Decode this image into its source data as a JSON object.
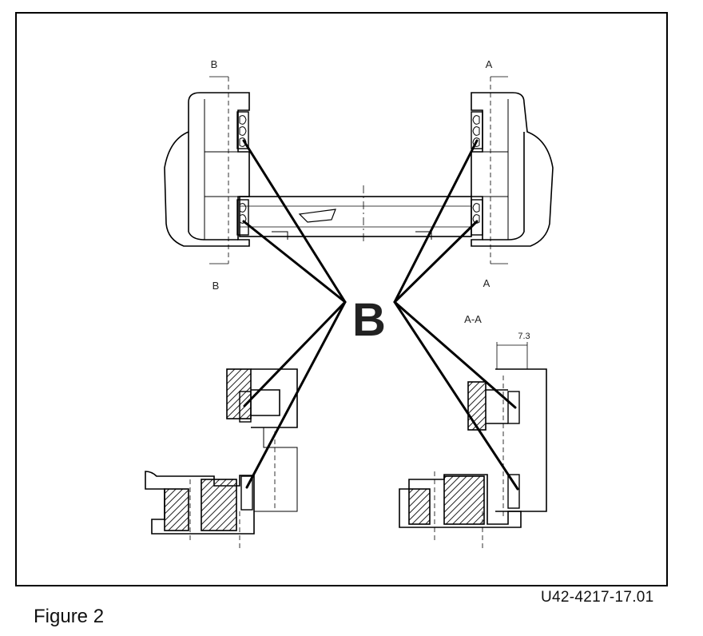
{
  "figure": {
    "caption": "Figure 2",
    "document_code": "U42-4217-17.01"
  },
  "callout": {
    "label": "B"
  },
  "section_marks": {
    "top_left": "B",
    "bottom_left": "B",
    "top_right": "A",
    "bottom_right": "A",
    "section_view": "A-A",
    "dimension": "7.3"
  },
  "colors": {
    "line": "#000000",
    "hatch": "#222222",
    "paper": "#ffffff"
  }
}
